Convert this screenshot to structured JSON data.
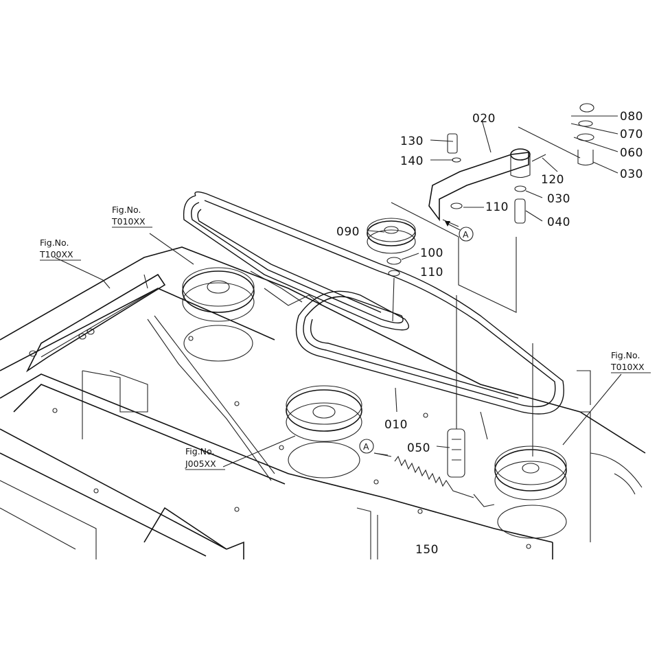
{
  "diagram": {
    "part_labels": {
      "p010": "010",
      "p020": "020",
      "p030a": "030",
      "p030b": "030",
      "p040": "040",
      "p050": "050",
      "p060": "060",
      "p070": "070",
      "p080": "080",
      "p090": "090",
      "p100": "100",
      "p110a": "110",
      "p110b": "110",
      "p120": "120",
      "p130": "130",
      "p140": "140",
      "p150": "150"
    },
    "figure_refs": {
      "t100": {
        "title": "Fig.No.",
        "code": "T100XX"
      },
      "t010_left": {
        "title": "Fig.No.",
        "code": "T010XX"
      },
      "t010_right": {
        "title": "Fig.No.",
        "code": "T010XX"
      },
      "j005": {
        "title": "Fig.No.",
        "code": "J005XX"
      }
    },
    "markers": {
      "a1": "A",
      "a2": "A"
    }
  }
}
